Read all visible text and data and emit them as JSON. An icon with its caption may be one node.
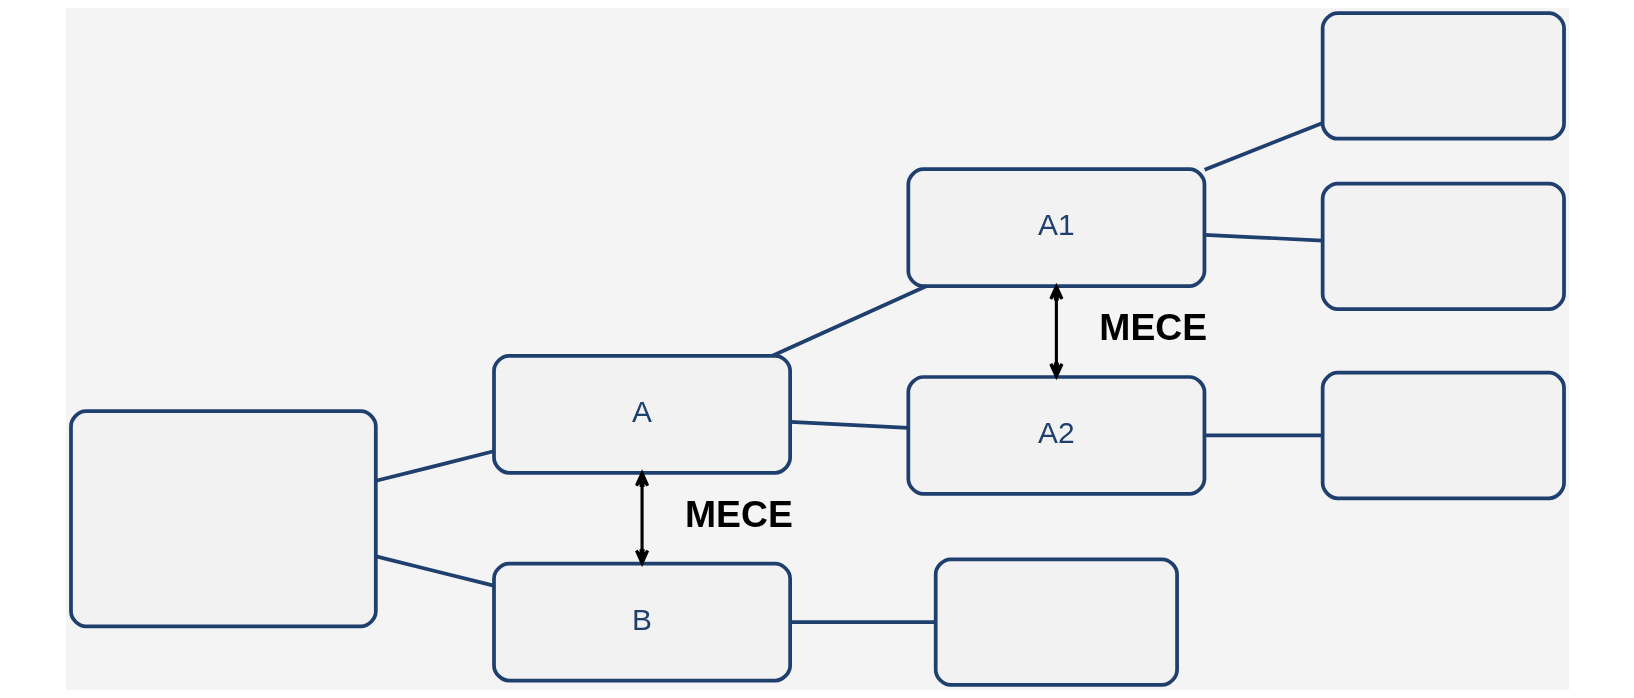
{
  "diagram": {
    "nodes": [
      {
        "text": [],
        "shape": "box"
      },
      {
        "text": [
          "A"
        ]
      },
      {
        "text": [
          "B"
        ]
      },
      {
        "text": [
          "A1"
        ]
      },
      {
        "text": [
          "A2"
        ]
      },
      {
        "text": [],
        "shape": "box"
      },
      {
        "text": [],
        "shape": "box"
      },
      {
        "text": [],
        "shape": "box"
      },
      {
        "text": [],
        "shape": "box"
      }
    ],
    "edges": [
      {
        "from": 0,
        "to": 1,
        "arrow": "none"
      },
      {
        "from": 0,
        "to": 2,
        "arrow": "none"
      },
      {
        "from": 1,
        "to": 3,
        "arrow": "none"
      },
      {
        "from": 1,
        "to": 4,
        "arrow": "none"
      },
      {
        "from": 3,
        "to": 5,
        "arrow": "none"
      },
      {
        "from": 3,
        "to": 6,
        "arrow": "none"
      },
      {
        "from": 4,
        "to": 7,
        "arrow": "none"
      },
      {
        "from": 2,
        "to": 8,
        "arrow": "none"
      },
      {
        "from": 1,
        "to": 2,
        "arrow": "both",
        "label": "MECE",
        "color": "#000000"
      },
      {
        "from": 3,
        "to": 4,
        "arrow": "both",
        "label": "MECE",
        "color": "#000000"
      }
    ]
  }
}
